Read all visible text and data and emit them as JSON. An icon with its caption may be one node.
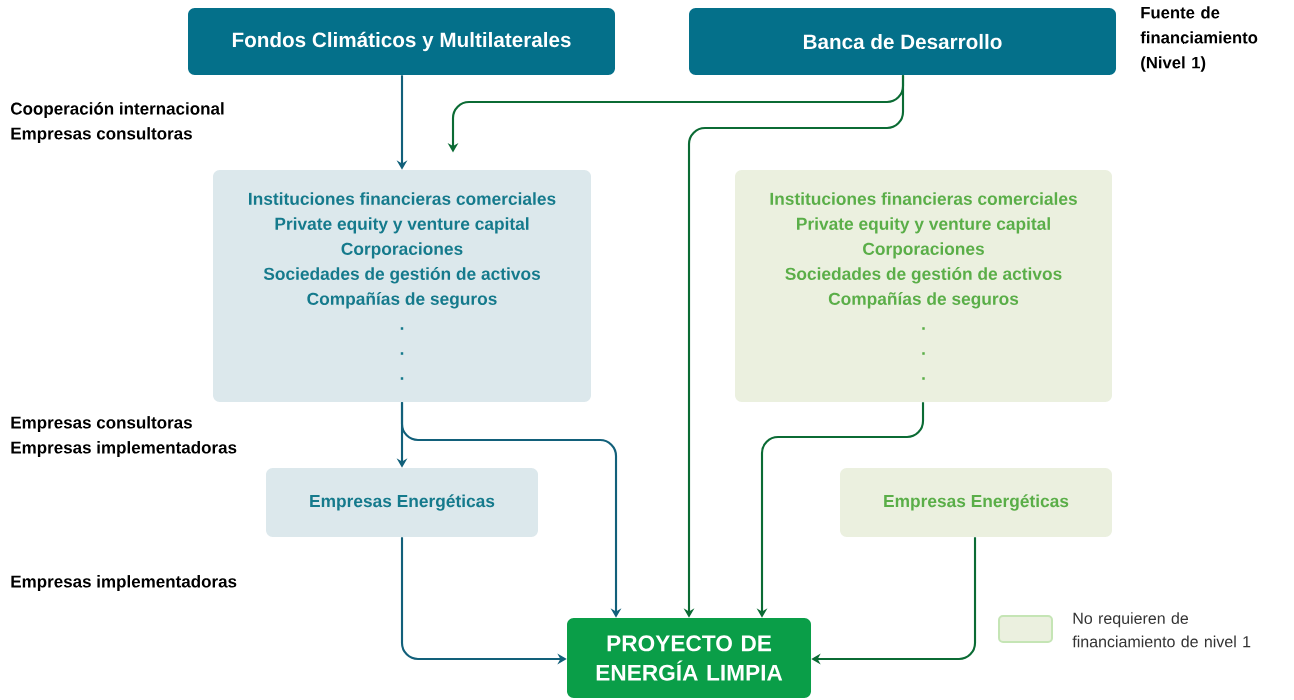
{
  "diagram": {
    "nodes": [
      {
        "text": [
          "Fondos Climáticos y Multilaterales"
        ]
      },
      {
        "text": [
          "Banca de Desarrollo"
        ],
        "beside": [
          "Fuente de financiamiento (Nivel 1)"
        ]
      },
      {
        "text": [
          "Instituciones financieras comerciales",
          "Private equity y venture capital",
          "Corporaciones",
          "Sociedades de gestión de activos",
          "Compañías de seguros",
          ".",
          ".",
          "."
        ]
      },
      {
        "text": [
          "Instituciones financieras comerciales",
          "Private equity y venture capital",
          "Corporaciones",
          "Sociedades de gestión de activos",
          "Compañías de seguros",
          ".",
          ".",
          "."
        ]
      },
      {
        "text": [
          "Empresas Energéticas"
        ]
      },
      {
        "text": [
          "Empresas Energéticas"
        ]
      },
      {
        "text": [
          "PROYECTO DE ENERGÍA LIMPIA"
        ]
      }
    ],
    "edges": [
      {
        "from": 0,
        "to": 2,
        "arrow": "to",
        "color": "#12607a"
      },
      {
        "from": 1,
        "to": 2,
        "arrow": "to",
        "color": "#0b6b34"
      },
      {
        "from": 1,
        "to": 6,
        "arrow": "to",
        "color": "#0b6b34"
      },
      {
        "from": 2,
        "to": 4,
        "arrow": "to",
        "color": "#12607a"
      },
      {
        "from": 2,
        "to": 6,
        "arrow": "to",
        "color": "#12607a"
      },
      {
        "from": 3,
        "to": 6,
        "arrow": "to",
        "color": "#0b6b34"
      },
      {
        "from": 4,
        "to": 6,
        "arrow": "to",
        "color": "#12607a"
      },
      {
        "from": 5,
        "to": 6,
        "arrow": "to",
        "color": "#0b6b34"
      }
    ],
    "labels": [
      "Cooperación internacional",
      "Empresas consultoras",
      "Empresas consultoras",
      "Empresas implementadoras",
      "Empresas implementadoras"
    ],
    "legend": [
      {
        "text": "No requieren de financiamiento de nivel 1",
        "color": "#ebf0df"
      }
    ]
  }
}
